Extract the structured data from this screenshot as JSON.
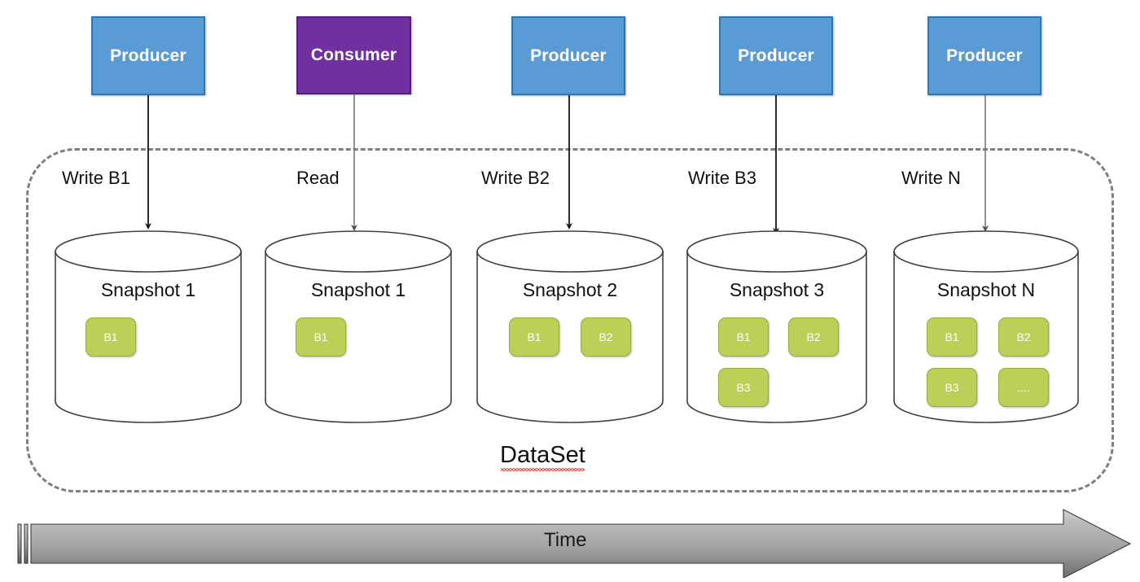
{
  "diagram": {
    "container_label": "DataSet",
    "timeline_label": "Time",
    "actors": [
      {
        "label": "Producer",
        "role": "producer"
      },
      {
        "label": "Consumer",
        "role": "consumer"
      },
      {
        "label": "Producer",
        "role": "producer"
      },
      {
        "label": "Producer",
        "role": "producer"
      },
      {
        "label": "Producer",
        "role": "producer"
      }
    ],
    "operations": [
      {
        "label": "Write B1",
        "kind": "write"
      },
      {
        "label": "Read",
        "kind": "read"
      },
      {
        "label": "Write B2",
        "kind": "write"
      },
      {
        "label": "Write B3",
        "kind": "write"
      },
      {
        "label": "Write N",
        "kind": "write"
      }
    ],
    "snapshots": [
      {
        "title": "Snapshot 1",
        "blocks": [
          "B1"
        ]
      },
      {
        "title": "Snapshot 1",
        "blocks": [
          "B1"
        ]
      },
      {
        "title": "Snapshot 2",
        "blocks": [
          "B1",
          "B2"
        ]
      },
      {
        "title": "Snapshot 3",
        "blocks": [
          "B1",
          "B2",
          "B3"
        ]
      },
      {
        "title": "Snapshot N",
        "blocks": [
          "B1",
          "B2",
          "B3",
          "...."
        ]
      }
    ],
    "colors": {
      "producer_fill": "#5B9BD5",
      "producer_border": "#2E75B6",
      "consumer_fill": "#7030A0",
      "consumer_border": "#54207A",
      "block_fill": "#BCCF56",
      "block_border": "#9AAB3E",
      "container_border": "#7F7F7F",
      "cylinder_outline": "#3F3F3F",
      "timeline_fill": "#A6A6A6",
      "spellcheck_underline": "#E8504A"
    }
  }
}
